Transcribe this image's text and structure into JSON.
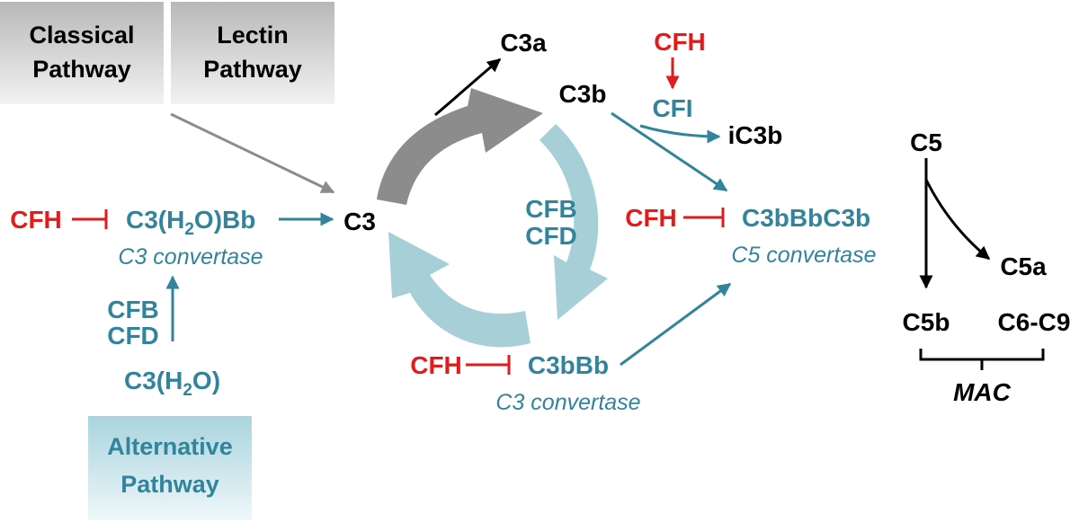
{
  "colors": {
    "teal": "#31849B",
    "red": "#E31B1B",
    "black": "#000000",
    "gray_arrow": "#8C8C8C",
    "light_teal": "#A7CFD8"
  },
  "pathways": {
    "classical": [
      "Classical",
      "Pathway"
    ],
    "lectin": [
      "Lectin",
      "Pathway"
    ],
    "alternative": [
      "Alternative",
      "Pathway"
    ]
  },
  "nodes": {
    "c3": "C3",
    "c3a": "C3a",
    "c3b": "C3b",
    "ic3b": "iC3b",
    "cfi": "CFI",
    "c3h2o_prefix": "C3(H",
    "c3h2o_sub": "2",
    "c3h2o_suffix": "O)",
    "c3h2obb_prefix": "C3(H",
    "c3h2obb_sub": "2",
    "c3h2obb_suffix": "O)Bb",
    "c3bbb": "C3bBb",
    "c3bbbc3b": "C3bBbC3b",
    "c5": "C5",
    "c5a": "C5a",
    "c5b": "C5b",
    "c6c9": "C6-C9",
    "mac": "MAC"
  },
  "factors": {
    "cfh": "CFH",
    "cfb": "CFB",
    "cfd": "CFD"
  },
  "convertase_labels": {
    "fluid_c3": "C3 convertase",
    "surface_c3": "C3 convertase",
    "c5": "C5 convertase"
  }
}
